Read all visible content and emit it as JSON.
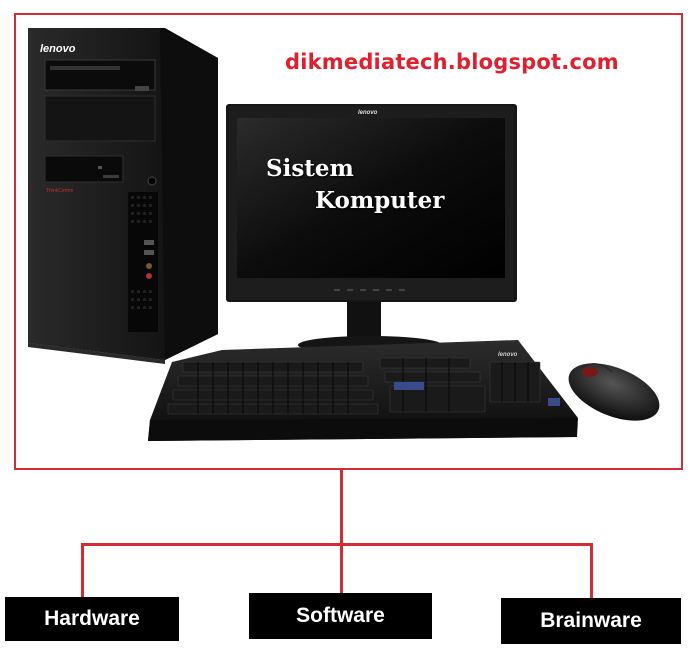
{
  "header": {
    "watermark": "dikmediatech.blogspot.com"
  },
  "computer": {
    "tower_brand": "lenovo",
    "tower_model": "ThinkCentre",
    "monitor_brand": "lenovo",
    "keyboard_brand": "lenovo",
    "screen_line1": "Sistem",
    "screen_line2": "Komputer"
  },
  "components": [
    {
      "label": "Hardware"
    },
    {
      "label": "Software"
    },
    {
      "label": "Brainware"
    }
  ],
  "colors": {
    "frame": "#d42b35",
    "watermark": "#e0202e",
    "box_bg": "#000000",
    "box_text": "#ffffff"
  }
}
